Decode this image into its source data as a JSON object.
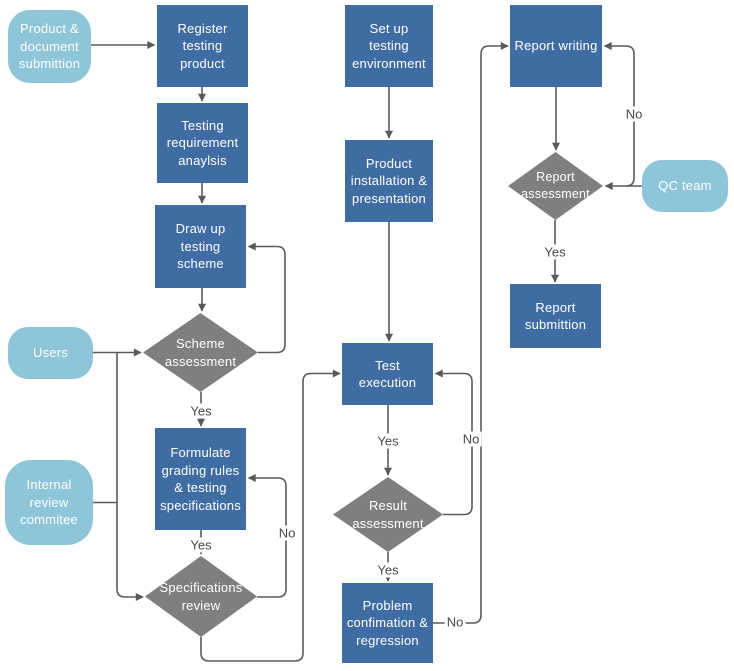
{
  "colors": {
    "background": "#ffffff",
    "process_fill": "#3f6ca3",
    "terminator_fill": "#8fc5d9",
    "decision_fill": "#7f7f7f",
    "connector": "#5a5a5a",
    "node_text": "#ffffff",
    "label_text": "#4a4a4a"
  },
  "nodes": {
    "product_document_submittion": {
      "label": "Product & document submittion",
      "type": "terminator"
    },
    "register_testing_product": {
      "label": "Register testing product",
      "type": "process"
    },
    "testing_requirement_anaylsis": {
      "label": "Testing requirement anaylsis",
      "type": "process"
    },
    "draw_up_testing_scheme": {
      "label": "Draw up testing scheme",
      "type": "process"
    },
    "scheme_assessment": {
      "label": "Scheme assessment",
      "type": "decision"
    },
    "users": {
      "label": "Users",
      "type": "terminator"
    },
    "internal_review_commitee": {
      "label": "Internal review commitee",
      "type": "terminator"
    },
    "formulate_grading_rules": {
      "label": "Formulate grading rules & testing specifications",
      "type": "process"
    },
    "specifications_review": {
      "label": "Specifications review",
      "type": "decision"
    },
    "set_up_testing_environment": {
      "label": "Set up testing environment",
      "type": "process"
    },
    "product_installation": {
      "label": "Product installation & presentation",
      "type": "process"
    },
    "test_execution": {
      "label": "Test execution",
      "type": "process"
    },
    "result_assessment": {
      "label": "Result assessment",
      "type": "decision"
    },
    "problem_confimation": {
      "label": "Problem confimation & regression",
      "type": "process"
    },
    "report_writing": {
      "label": "Report writing",
      "type": "process"
    },
    "report_assessment": {
      "label": "Report assessment",
      "type": "decision"
    },
    "report_submittion": {
      "label": "Report submittion",
      "type": "process"
    },
    "qc_team": {
      "label": "QC team",
      "type": "terminator"
    }
  },
  "edges": [
    {
      "from": "product_document_submittion",
      "to": "register_testing_product",
      "label": ""
    },
    {
      "from": "register_testing_product",
      "to": "testing_requirement_anaylsis",
      "label": ""
    },
    {
      "from": "testing_requirement_anaylsis",
      "to": "draw_up_testing_scheme",
      "label": ""
    },
    {
      "from": "draw_up_testing_scheme",
      "to": "scheme_assessment",
      "label": ""
    },
    {
      "from": "scheme_assessment",
      "to": "draw_up_testing_scheme",
      "label": ""
    },
    {
      "from": "scheme_assessment",
      "to": "formulate_grading_rules",
      "label": "Yes"
    },
    {
      "from": "users",
      "to": "scheme_assessment",
      "label": ""
    },
    {
      "from": "users",
      "to": "specifications_review",
      "label": ""
    },
    {
      "from": "internal_review_commitee",
      "to": "specifications_review",
      "label": ""
    },
    {
      "from": "formulate_grading_rules",
      "to": "specifications_review",
      "label": "Yes"
    },
    {
      "from": "specifications_review",
      "to": "formulate_grading_rules",
      "label": "No"
    },
    {
      "from": "specifications_review",
      "to": "test_execution",
      "label": ""
    },
    {
      "from": "set_up_testing_environment",
      "to": "product_installation",
      "label": ""
    },
    {
      "from": "product_installation",
      "to": "test_execution",
      "label": ""
    },
    {
      "from": "test_execution",
      "to": "result_assessment",
      "label": "Yes"
    },
    {
      "from": "result_assessment",
      "to": "problem_confimation",
      "label": "Yes"
    },
    {
      "from": "result_assessment",
      "to": "test_execution",
      "label": "No"
    },
    {
      "from": "problem_confimation",
      "to": "report_writing",
      "label": "No"
    },
    {
      "from": "report_writing",
      "to": "report_assessment",
      "label": ""
    },
    {
      "from": "qc_team",
      "to": "report_assessment",
      "label": ""
    },
    {
      "from": "report_assessment",
      "to": "report_writing",
      "label": "No"
    },
    {
      "from": "report_assessment",
      "to": "report_submittion",
      "label": "Yes"
    }
  ]
}
